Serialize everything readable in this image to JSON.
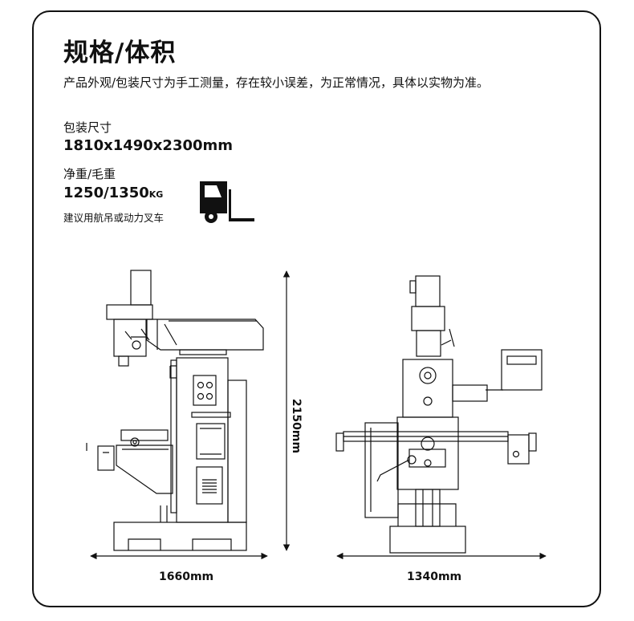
{
  "title": "规格/体积",
  "note": "产品外观/包装尺寸为手工测量，存在较小误差，为正常情况，具体以实物为准。",
  "package": {
    "label": "包装尺寸",
    "value": "1810x1490x2300mm"
  },
  "weight": {
    "label": "净重/毛重",
    "value": "1250/1350",
    "unit": "KG",
    "handling": "建议用航吊或动力叉车"
  },
  "dimensions": {
    "depth": "1660mm",
    "width": "1340mm",
    "height": "2150mm"
  },
  "icons": {
    "forklift": "forklift-icon"
  },
  "colors": {
    "line": "#111111",
    "background": "#ffffff"
  }
}
